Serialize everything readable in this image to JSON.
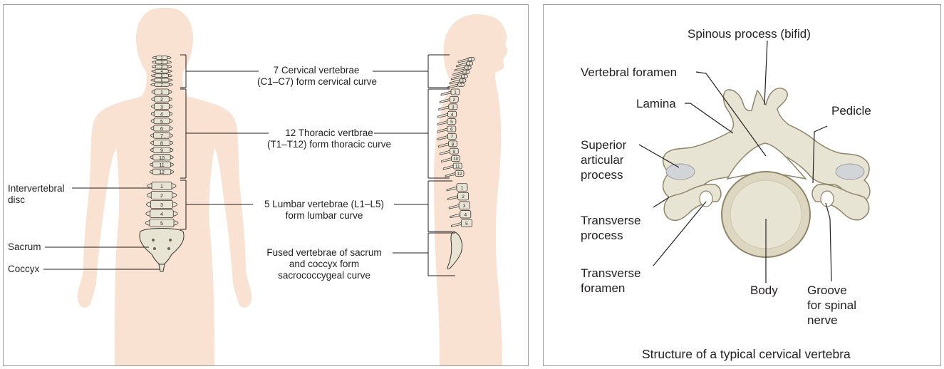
{
  "spine_figure": {
    "regions": [
      {
        "label_line1": "7 Cervical vertebrae",
        "label_line2": "(C1–C7) form cervical curve"
      },
      {
        "label_line1": "12 Thoracic vertbrae",
        "label_line2": "(T1–T12) form thoracic curve"
      },
      {
        "label_line1": "5 Lumbar vertebrae (L1–L5)",
        "label_line2": "form lumbar curve"
      },
      {
        "label_line1": "Fused vertebrae of sacrum",
        "label_line2": "and coccyx form",
        "label_line3": "sacrococcygeal curve"
      }
    ],
    "intervertebral_line1": "Intervertebral",
    "intervertebral_line2": "disc",
    "sacrum": "Sacrum",
    "coccyx": "Coccyx",
    "posterior_numbers": [
      "1",
      "2",
      "3",
      "4",
      "5",
      "6",
      "7",
      "1",
      "2",
      "3",
      "4",
      "5",
      "6",
      "7",
      "8",
      "9",
      "10",
      "11",
      "12",
      "1",
      "2",
      "3",
      "4",
      "5"
    ],
    "lateral_numbers": [
      "1",
      "2",
      "3",
      "4",
      "5",
      "6",
      "7",
      "1",
      "2",
      "3",
      "4",
      "5",
      "6",
      "7",
      "8",
      "9",
      "10",
      "11",
      "12",
      "1",
      "2",
      "3",
      "4",
      "5"
    ]
  },
  "vertebra_figure": {
    "spinous_process": "Spinous process (bifid)",
    "vertebral_foramen": "Vertebral foramen",
    "lamina": "Lamina",
    "pedicle": "Pedicle",
    "superior_articular_line1": "Superior",
    "superior_articular_line2": "articular",
    "superior_articular_line3": "process",
    "transverse_process_line1": "Transverse",
    "transverse_process_line2": "process",
    "transverse_foramen_line1": "Transverse",
    "transverse_foramen_line2": "foramen",
    "body": "Body",
    "groove_line1": "Groove",
    "groove_line2": "for spinal",
    "groove_line3": "nerve",
    "caption": "Structure of a typical cervical vertebra"
  },
  "colors": {
    "skin": "#f9e2d2",
    "bone": "#e8e4d4",
    "bone_dark": "#b9ae8c",
    "cartilage": "#d2d4d8",
    "line": "#231f20",
    "frame": "#9a9a9a"
  }
}
